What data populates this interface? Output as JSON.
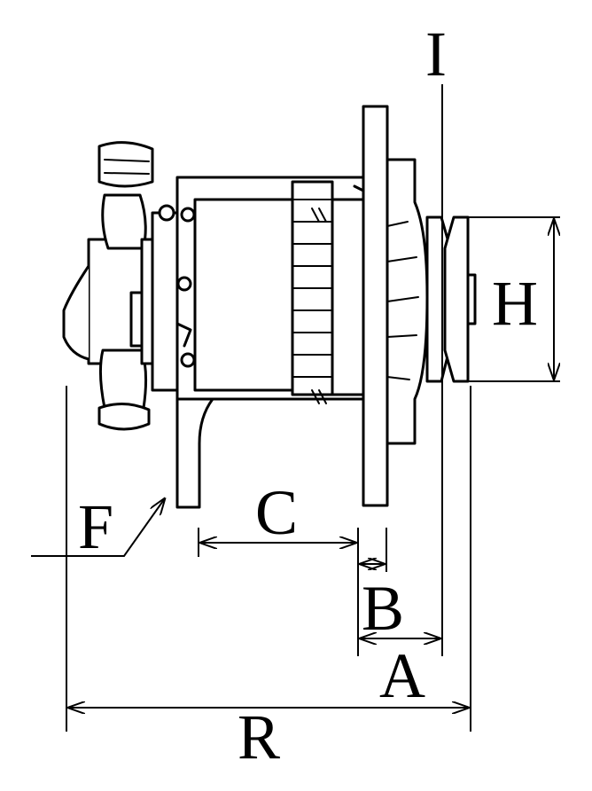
{
  "labels": {
    "I": "I",
    "H": "H",
    "C": "C",
    "F": "F",
    "B": "B",
    "A": "A",
    "R": "R"
  }
}
